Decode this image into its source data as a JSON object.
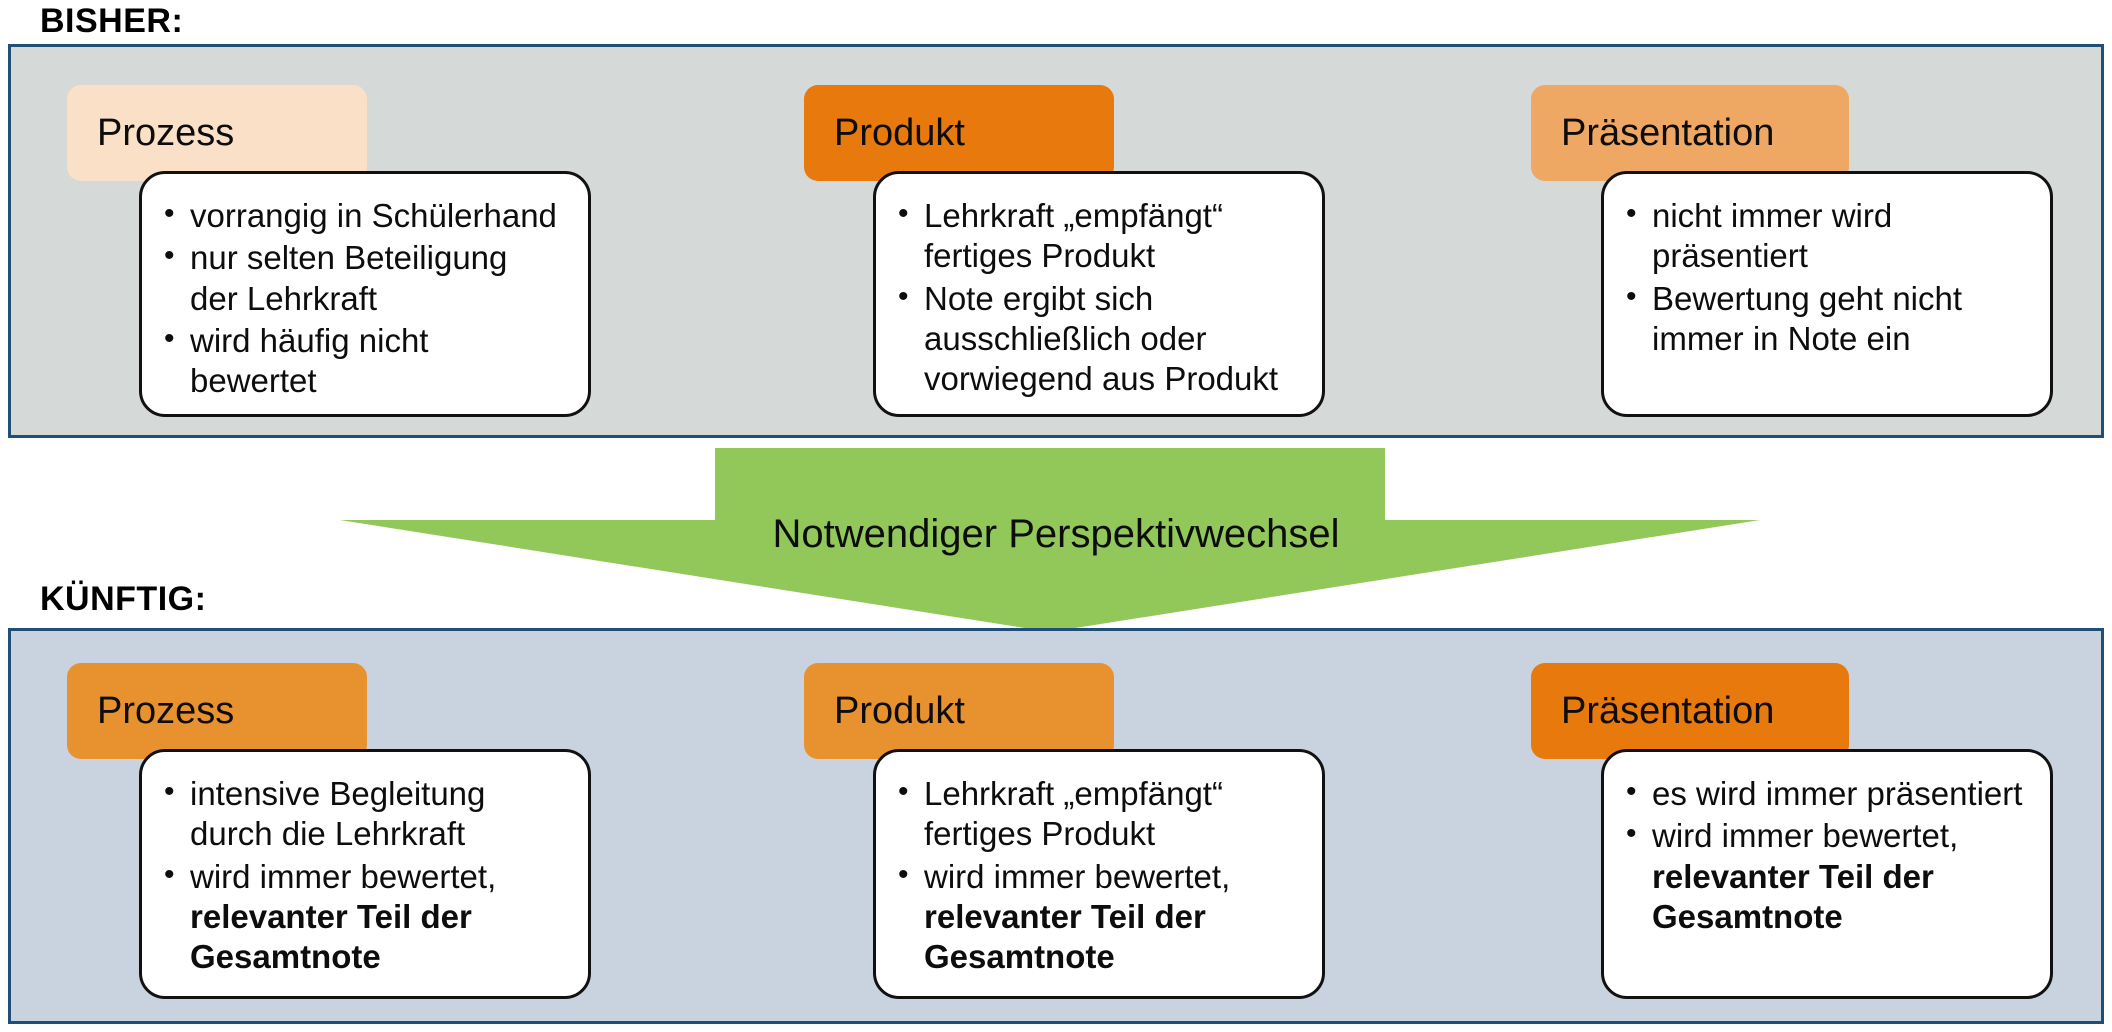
{
  "sections": [
    {
      "caption": "BISHER:",
      "panel_bg": "#D5D9D7",
      "panel_border": "#1F4E79",
      "columns": [
        {
          "tab_label": "Prozess",
          "tab_color": "#FBE0C8",
          "bullets": [
            {
              "text": "vorrangig in Schülerhand",
              "bold": ""
            },
            {
              "text": "nur selten Beteiligung der Lehrkraft",
              "bold": ""
            },
            {
              "text": "wird häufig nicht bewertet",
              "bold": ""
            }
          ]
        },
        {
          "tab_label": "Produkt",
          "tab_color": "#E8790C",
          "bullets": [
            {
              "text": "Lehrkraft „empfängt“ fertiges Produkt",
              "bold": ""
            },
            {
              "text": "Note ergibt sich ausschließlich oder vorwiegend aus Produkt",
              "bold": ""
            }
          ]
        },
        {
          "tab_label": "Präsentation",
          "tab_color": "#EFA864",
          "bullets": [
            {
              "text": "nicht immer wird präsentiert",
              "bold": ""
            },
            {
              "text": "Bewertung geht nicht immer in Note ein",
              "bold": ""
            }
          ]
        }
      ]
    },
    {
      "caption": "KÜNFTIG:",
      "panel_bg": "#C9D2DF",
      "panel_border": "#1F4E79",
      "columns": [
        {
          "tab_label": "Prozess",
          "tab_color": "#E8922F",
          "bullets": [
            {
              "text": "intensive Begleitung durch die Lehrkraft",
              "bold": ""
            },
            {
              "text": "wird immer bewertet, ",
              "bold": "relevanter Teil der Gesamtnote"
            }
          ]
        },
        {
          "tab_label": "Produkt",
          "tab_color": "#E8922F",
          "bullets": [
            {
              "text": "Lehrkraft „empfängt“ fertiges Produkt",
              "bold": ""
            },
            {
              "text": "wird immer bewertet, ",
              "bold": "relevanter Teil der Gesamtnote"
            }
          ]
        },
        {
          "tab_label": "Präsentation",
          "tab_color": "#E8790C",
          "bullets": [
            {
              "text": "es wird immer präsentiert",
              "bold": ""
            },
            {
              "text": "wird immer bewertet, ",
              "bold": "relevanter Teil der Gesamtnote"
            }
          ]
        }
      ]
    }
  ],
  "arrow": {
    "label": "Notwendiger Perspektivwechsel",
    "color": "#92C85A"
  }
}
